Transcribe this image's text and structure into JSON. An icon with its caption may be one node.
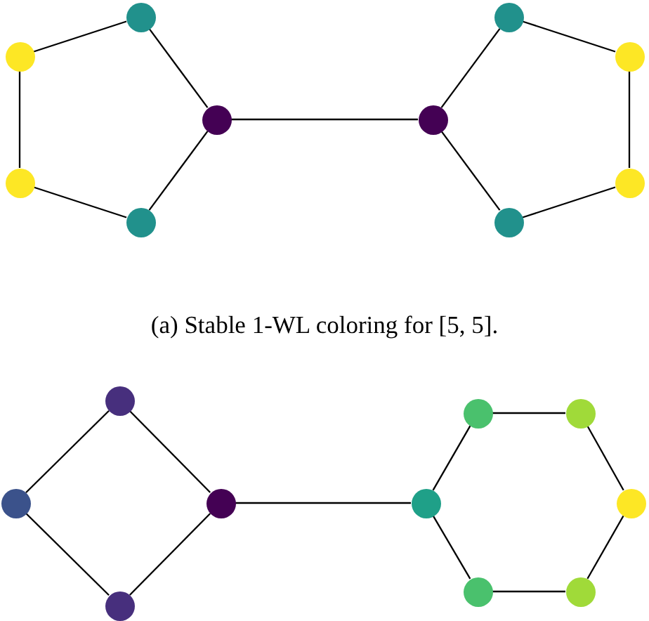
{
  "diagram": {
    "caption": "(a) Stable 1-WL coloring for [5, 5].",
    "nodes": [
      {
        "text": [],
        "shape": "circle"
      },
      {
        "text": [],
        "shape": "circle"
      },
      {
        "text": [],
        "shape": "circle"
      },
      {
        "text": [],
        "shape": "circle"
      },
      {
        "text": [],
        "shape": "circle"
      },
      {
        "text": [],
        "shape": "circle"
      },
      {
        "text": [],
        "shape": "circle"
      },
      {
        "text": [],
        "shape": "circle"
      },
      {
        "text": [],
        "shape": "circle"
      },
      {
        "text": [],
        "shape": "circle"
      },
      {
        "text": [],
        "shape": "circle"
      },
      {
        "text": [],
        "shape": "circle"
      },
      {
        "text": [],
        "shape": "circle"
      },
      {
        "text": [],
        "shape": "circle"
      },
      {
        "text": [],
        "shape": "circle"
      },
      {
        "text": [],
        "shape": "circle"
      },
      {
        "text": [],
        "shape": "circle"
      },
      {
        "text": [],
        "shape": "circle"
      },
      {
        "text": [],
        "shape": "circle"
      },
      {
        "text": [],
        "shape": "circle"
      }
    ],
    "edges": [
      {
        "from": 0,
        "to": 1,
        "arrow": "none"
      },
      {
        "from": 0,
        "to": 2,
        "arrow": "none"
      },
      {
        "from": 2,
        "to": 4,
        "arrow": "none"
      },
      {
        "from": 4,
        "to": 3,
        "arrow": "none"
      },
      {
        "from": 3,
        "to": 1,
        "arrow": "none"
      },
      {
        "from": 4,
        "to": 5,
        "arrow": "none"
      },
      {
        "from": 5,
        "to": 6,
        "arrow": "none"
      },
      {
        "from": 6,
        "to": 8,
        "arrow": "none"
      },
      {
        "from": 8,
        "to": 9,
        "arrow": "none"
      },
      {
        "from": 9,
        "to": 7,
        "arrow": "none"
      },
      {
        "from": 7,
        "to": 5,
        "arrow": "none"
      },
      {
        "from": 10,
        "to": 11,
        "arrow": "none"
      },
      {
        "from": 10,
        "to": 12,
        "arrow": "none"
      },
      {
        "from": 11,
        "to": 13,
        "arrow": "none"
      },
      {
        "from": 12,
        "to": 13,
        "arrow": "none"
      },
      {
        "from": 12,
        "to": 14,
        "arrow": "none"
      },
      {
        "from": 14,
        "to": 15,
        "arrow": "none"
      },
      {
        "from": 15,
        "to": 16,
        "arrow": "none"
      },
      {
        "from": 16,
        "to": 17,
        "arrow": "none"
      },
      {
        "from": 17,
        "to": 19,
        "arrow": "none"
      },
      {
        "from": 19,
        "to": 18,
        "arrow": "none"
      },
      {
        "from": 18,
        "to": 14,
        "arrow": "none"
      }
    ]
  }
}
